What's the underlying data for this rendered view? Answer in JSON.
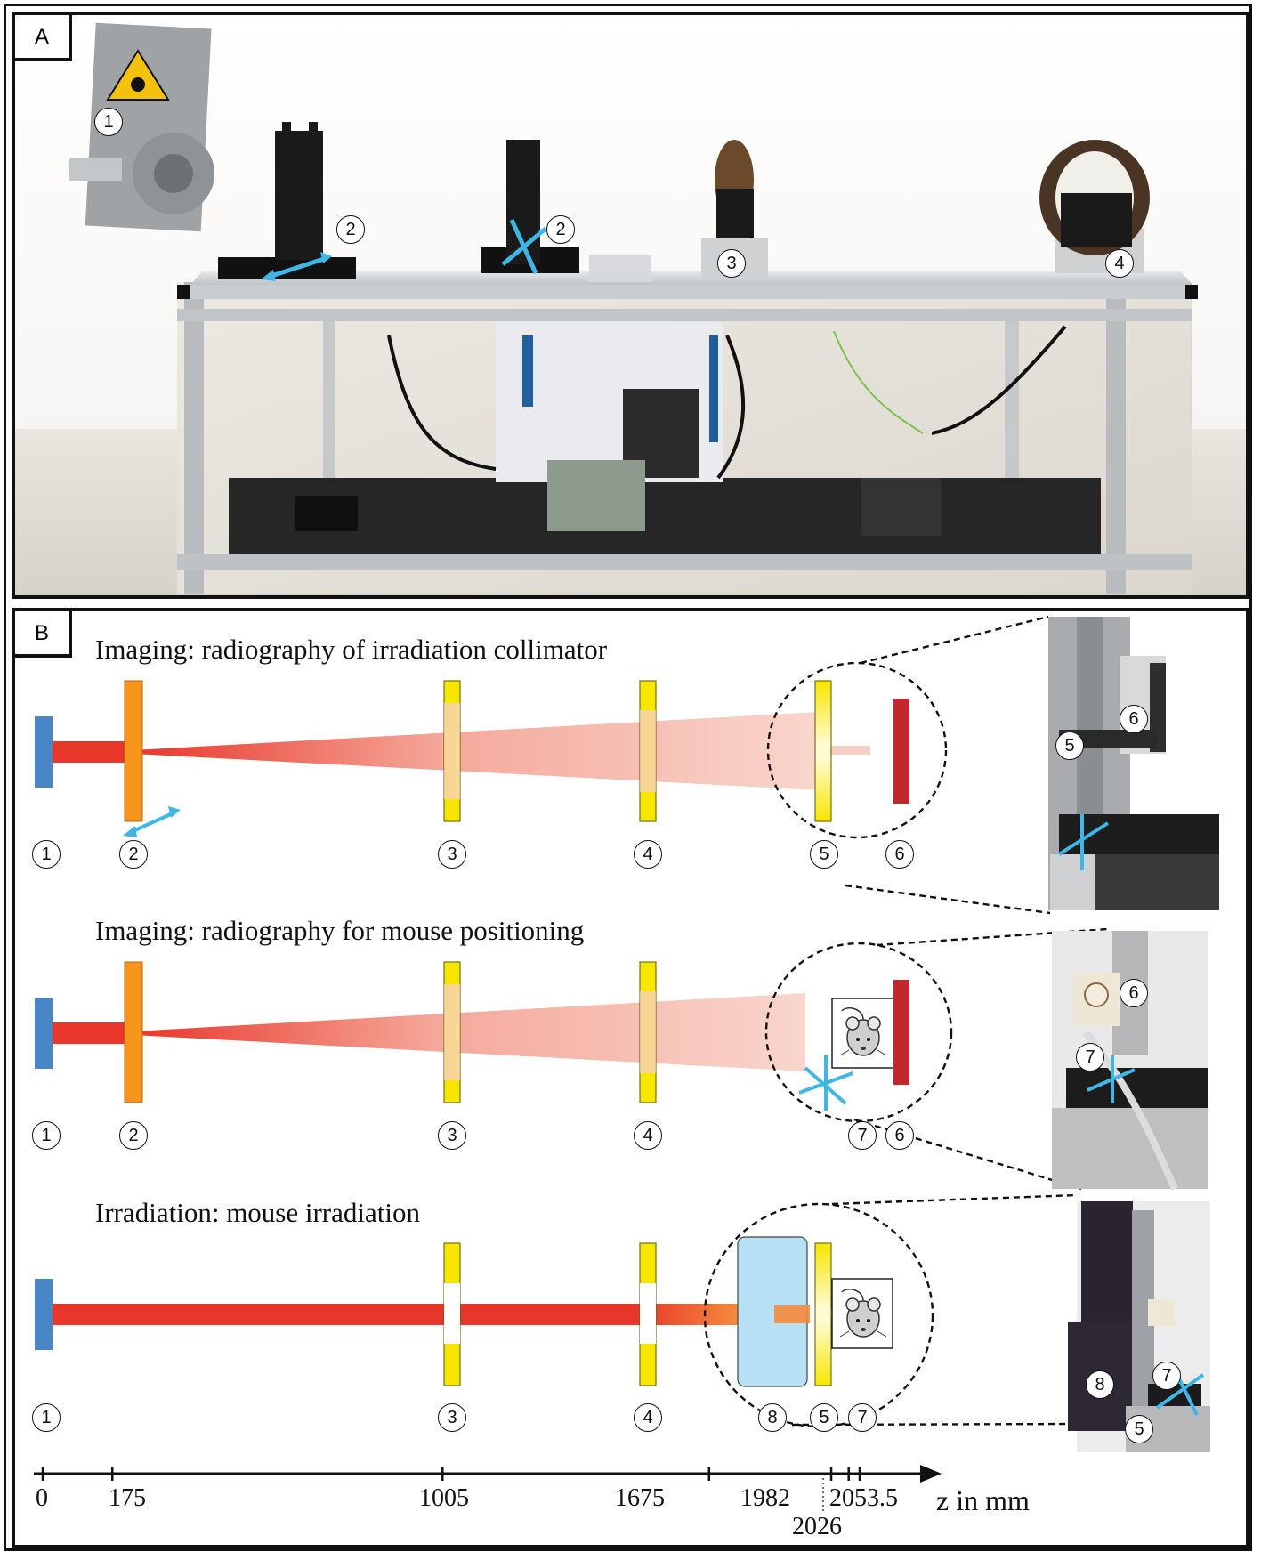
{
  "panels": {
    "a_label": "A",
    "b_label": "B"
  },
  "photo": {
    "markers": [
      "1",
      "2",
      "2",
      "3",
      "4"
    ]
  },
  "rows": [
    {
      "title": "Imaging: radiography of irradiation collimator",
      "labels": [
        "1",
        "2",
        "3",
        "4",
        "5",
        "6"
      ],
      "inset_markers": [
        "5",
        "6"
      ]
    },
    {
      "title": "Imaging: radiography for mouse positioning",
      "labels": [
        "1",
        "2",
        "3",
        "4",
        "7",
        "6"
      ],
      "inset_markers": [
        "6",
        "7"
      ]
    },
    {
      "title": "Irradiation: mouse irradiation",
      "labels": [
        "1",
        "3",
        "4",
        "8",
        "5",
        "7"
      ],
      "inset_markers": [
        "8",
        "7",
        "5"
      ]
    }
  ],
  "axis": {
    "label": "z in mm",
    "ticks": [
      "0",
      "175",
      "1005",
      "1675",
      "1982",
      "2026",
      "2053.5"
    ]
  },
  "colors": {
    "source": "#4a86c5",
    "collimator": "#f7941d",
    "detector": "#f7e600",
    "beam": "#e8362a",
    "beam_light": "#f7cfc6",
    "target": "#c1272d",
    "arrow": "#3fb7e6",
    "degrader": "#b8e0f5"
  }
}
